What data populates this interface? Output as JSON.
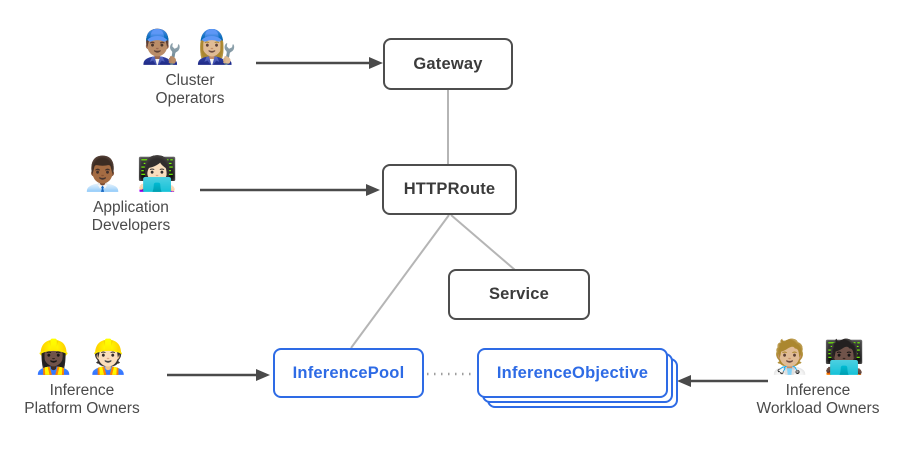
{
  "nodes": {
    "gateway": {
      "label": "Gateway"
    },
    "httproute": {
      "label": "HTTPRoute"
    },
    "service": {
      "label": "Service"
    },
    "inference_pool": {
      "label": "InferencePool"
    },
    "inference_objective": {
      "label": "InferenceObjective"
    }
  },
  "actors": {
    "cluster_operators": {
      "emoji": "👨🏽‍🔧 👩🏼‍🔧",
      "icon_names": [
        "man-mechanic-icon",
        "woman-mechanic-icon"
      ],
      "lines": [
        "Cluster",
        "Operators"
      ]
    },
    "application_developers": {
      "emoji": "👨🏾‍💼 👩🏻‍💻",
      "icon_names": [
        "man-office-worker-icon",
        "woman-technologist-icon"
      ],
      "lines": [
        "Application",
        "Developers"
      ]
    },
    "inference_platform_owners": {
      "emoji": "👷🏿‍♀️ 👷🏻",
      "icon_names": [
        "woman-construction-worker-icon",
        "man-construction-worker-icon"
      ],
      "lines": [
        "Inference",
        "Platform Owners"
      ]
    },
    "inference_workload_owners": {
      "emoji": "🧑🏼‍⚕️ 🧑🏿‍💻",
      "icon_names": [
        "health-worker-icon",
        "technologist-icon"
      ],
      "lines": [
        "Inference",
        "Workload Owners"
      ]
    }
  },
  "relationships": {
    "gateway_httproute": "solid",
    "httproute_service": "solid",
    "httproute_inferencepool": "solid",
    "inferencepool_inferenceobjective": "dotted"
  },
  "colors": {
    "blue_accent": "#2E6BE5",
    "gray_box_border": "#4D4D4D",
    "gray_box_text": "#3B3B3B",
    "connector_gray": "#B5B5B5",
    "arrow_dark": "#4A4A4A",
    "actor_label_gray": "#4A4A4A",
    "background": "#FFFFFF"
  }
}
